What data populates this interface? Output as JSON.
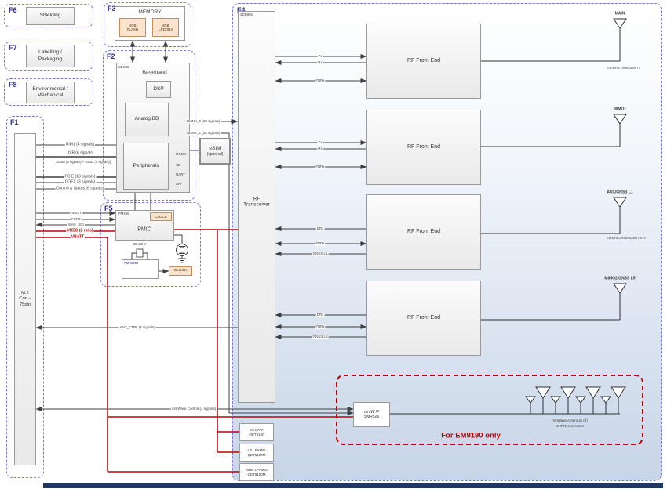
{
  "frames": {
    "f6": {
      "tag": "F6",
      "item": "Shielding"
    },
    "f7": {
      "tag": "F7",
      "item": "Labelling /\nPackaging"
    },
    "f8": {
      "tag": "F8",
      "item": "Environmental /\nMechanical"
    },
    "f1": {
      "tag": "F1",
      "connector": "M.2\nCon –\n75pin"
    },
    "f3": {
      "tag": "F3",
      "title": "MEMORY",
      "chip1": "4GB\nFLASH",
      "chip2": "4GB\nLPDDR4"
    },
    "f2": {
      "tag": "F2",
      "soc": "SDX55",
      "baseband": "Baseband",
      "dsp": "DSP",
      "analog_bb": "Analog BB",
      "peripherals": "Peripherals",
      "port1": "RGMII",
      "port2": "SD",
      "port3": "UART",
      "port4": "SPI",
      "esim": "eSIM",
      "esim_opt": "(optional)"
    },
    "f5": {
      "tag": "F5",
      "pmic_part": "PMX55",
      "clock": "CLOCK",
      "pmic": "PMIC",
      "xtal": "38.4MHz",
      "clk_part": "PMK8002"
    },
    "f4": {
      "tag": "F4",
      "xcvr_part": "SDR865",
      "xcvr": "RF\nTransceiver",
      "fe": "RF Front End"
    }
  },
  "left_signals": {
    "uim1": "UIM1 (4 signals)",
    "usb": "USB (6 signals)",
    "usb_sub": "[USB2 (2 signals) + USB3 (4 signals)]",
    "pcie": "PCIE (13 signals)",
    "coex": "COEX (3 signals)",
    "ctrl_status": "Control & Status (6 signals)",
    "reset": "RESET",
    "fcpo": "FCPO",
    "wan_led": "WAN_LED",
    "vreg": "VREG (2 rails)",
    "vbatt": "VBATT",
    "ant_ctrl": "ANT_CTRL (4 signals)",
    "mmw_ctrl": "mmWave Control (4 signals)"
  },
  "qlink": {
    "q0": "QLINK_0 (18 signals)",
    "q1": "QLINK_1 (28 signals)"
  },
  "rf_links": {
    "tx": "Tx",
    "rx": "Rx",
    "fbrx": "FBRx",
    "drx": "DRx",
    "gnss_l1": "GNSS L1",
    "gnss_l5": "GNSS L5"
  },
  "antennas": {
    "main": "MAIN",
    "main_note": "LB-MHB-UHB/LAA/n77",
    "mimo1": "MIMO1",
    "aux": "AUX/GNSS L1",
    "aux_note": "LB-MHB-UHB/LAA/n77/n79",
    "mimo2": "MIMO2/GNSS L5"
  },
  "mmwave": {
    "if_line1": "mmW IF",
    "if_line2": "SMR526",
    "ant_note1": "mmWave Antennas (8)",
    "ant_note2": "MHF7S connectors",
    "scope": "For EM9190 only"
  },
  "pa_blocks": [
    {
      "line1": "5G LPAF",
      "line2": "QET6100"
    },
    {
      "line1": "LB LPAMiD",
      "line2": "QET5100M"
    },
    {
      "line1": "MHB LPAMiD",
      "line2": "QET5100M"
    }
  ],
  "colors": {
    "frame_dash": "#7b7bcf",
    "tag_text": "#2e2e8f",
    "power_red": "#c00000",
    "line_grey": "#3f3f3f",
    "chip_fill": "#fbe3cd",
    "chip_border": "#bf8f5f",
    "bottom_bar": "#1f3864"
  }
}
